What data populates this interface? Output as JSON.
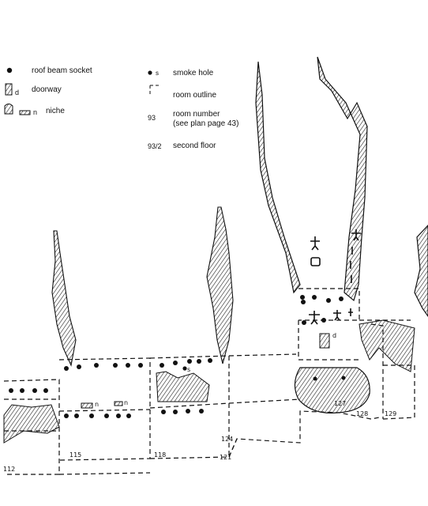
{
  "legend": {
    "beam_socket": "roof beam socket",
    "doorway_symbol": "d",
    "doorway": "doorway",
    "niche_symbol": "n",
    "niche": "niche",
    "smoke_symbol": "s",
    "smoke_hole": "smoke hole",
    "room_outline": "room outline",
    "room_number_example": "93",
    "room_number_line1": "room number",
    "room_number_line2": "(see plan page 43)",
    "second_floor_example": "93/2",
    "second_floor": "second floor"
  },
  "plan_labels": {
    "room_112": "112",
    "room_115": "115",
    "room_118": "118",
    "room_121": "121",
    "room_124": "124",
    "room_127": "127",
    "room_128": "128",
    "room_129": "129",
    "niche_a": "n",
    "niche_b": "n",
    "smoke_a": "s",
    "door_a": "d"
  },
  "colors": {
    "ink": "#111111",
    "paper": "#ffffff"
  }
}
